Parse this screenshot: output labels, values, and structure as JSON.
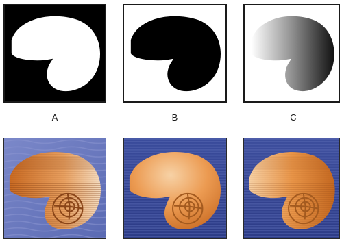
{
  "labels": {
    "a": "A",
    "b": "B",
    "c": "C"
  },
  "colors": {
    "mask_black": "#000000",
    "mask_white": "#ffffff",
    "background_blue": "#3e4f9a",
    "shell_orange": "#e08a3a"
  },
  "icons": {
    "mask_a": "shell-mask-icon",
    "mask_b": "shell-mask-icon",
    "mask_c": "shell-gradient-mask-icon",
    "photo": "nautilus-shell-icon"
  }
}
